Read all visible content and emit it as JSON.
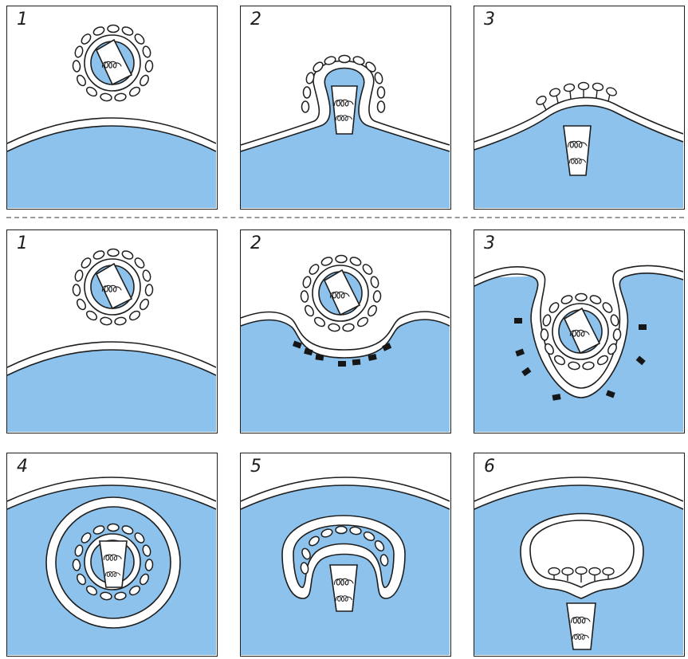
{
  "colors": {
    "cytoplasm": "#8cc2ec",
    "outline": "#1e1e1e",
    "background": "#ffffff",
    "divider": "#9a9a9a",
    "receptor": "#161616"
  },
  "rows": [
    {
      "panels": [
        {
          "label": "1"
        },
        {
          "label": "2"
        },
        {
          "label": "3"
        }
      ]
    },
    {
      "panels": [
        {
          "label": "1"
        },
        {
          "label": "2"
        },
        {
          "label": "3"
        }
      ]
    },
    {
      "panels": [
        {
          "label": "4"
        },
        {
          "label": "5"
        },
        {
          "label": "6"
        }
      ]
    }
  ]
}
